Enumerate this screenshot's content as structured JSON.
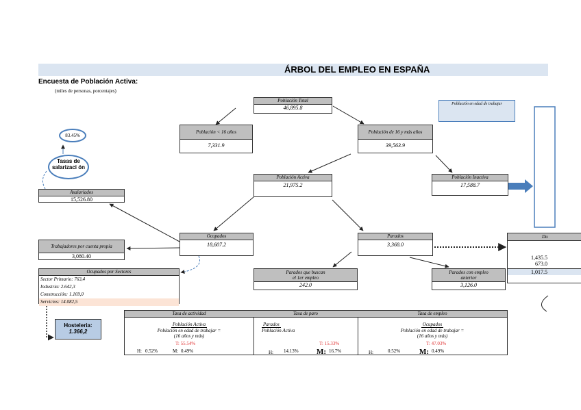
{
  "header": {
    "title": "ÁRBOL DEL EMPLEO EN ESPAÑA",
    "subtitle": "Encuesta de Población Activa:",
    "note": "(miles de personas, porcentajes)"
  },
  "nodes": {
    "poblacion_total": {
      "label": "Población Total",
      "value": "46,895.8"
    },
    "menor_16": {
      "label": "Población < 16 años",
      "value": "7,331.9"
    },
    "mayor_16": {
      "label": "Población de 16 y más años",
      "value": "39,563.9"
    },
    "activa": {
      "label": "Población Activa",
      "value": "21,975.2"
    },
    "inactiva": {
      "label": "Población Inactiva",
      "value": "17,588.7"
    },
    "ocupados": {
      "label": "Ocupados",
      "value": "18,607.2"
    },
    "parados": {
      "label": "Parados",
      "value": "3,368.0"
    },
    "asalariados": {
      "label": "Asalariados",
      "value": "15,526.80"
    },
    "cuenta_propia": {
      "label": "Trabajadores por cuenta propia",
      "value": "3,080.40"
    },
    "parados_primer": {
      "label1": "Parados que buscan",
      "label2": "el 1er empleo",
      "value": "242.0"
    },
    "parados_anterior": {
      "label1": "Parados con empleo",
      "label2": "anterior",
      "value": "3,126.0"
    },
    "du": {
      "label": "Du",
      "v1": "1,435.5",
      "v2": "673.0",
      "v3": "1,017.5"
    }
  },
  "sectores": {
    "header": "Ocupados por Sectores",
    "rows": [
      {
        "name": "Sector Primario:",
        "value": "763,4"
      },
      {
        "name": "Industria:",
        "value": "2.642,3"
      },
      {
        "name": "Construcción:",
        "value": "1.169,0"
      },
      {
        "name": "Servicios:",
        "value": "14.082,5"
      }
    ]
  },
  "callout": "Población en edad de trabajar",
  "bubble": {
    "pct": "83.45%",
    "label": "Tasas de salarizaci ón"
  },
  "hosteleria": {
    "label": "Hosteleria:",
    "value": "1.366,2"
  },
  "tasas": {
    "actividad": {
      "header": "Tasa de actividad",
      "num": "Población Activa",
      "den": "Población en edad de trabajar",
      "den2": "(16 años y más)",
      "eq": "=",
      "t": "T: 55.54%",
      "h_label": "H:",
      "h": "0.52%",
      "m_label": "M:",
      "m": "0.49%"
    },
    "paro": {
      "header": "Tasa de paro",
      "num": "Parados",
      "den": "Población Activa",
      "t": "T: 15.33%",
      "h_label": "H:",
      "h": "14.13%",
      "m_label": "M:",
      "m": "16.7%"
    },
    "empleo": {
      "header": "Tasa de empleo",
      "num": "Ocupados",
      "den": "Población en edad de trabajar",
      "den2": "(16 años y más)",
      "eq": "=",
      "t": "T: 47.03%",
      "h_label": "H:",
      "h": "0.52%",
      "m_label": "M:",
      "m": "0.49%"
    }
  },
  "colors": {
    "band": "#dbe5f1",
    "header_gray": "#bfbfbf",
    "accent_blue": "#4a7ebb",
    "red": "#e03030",
    "sector_highlight": "#fce4d6"
  }
}
